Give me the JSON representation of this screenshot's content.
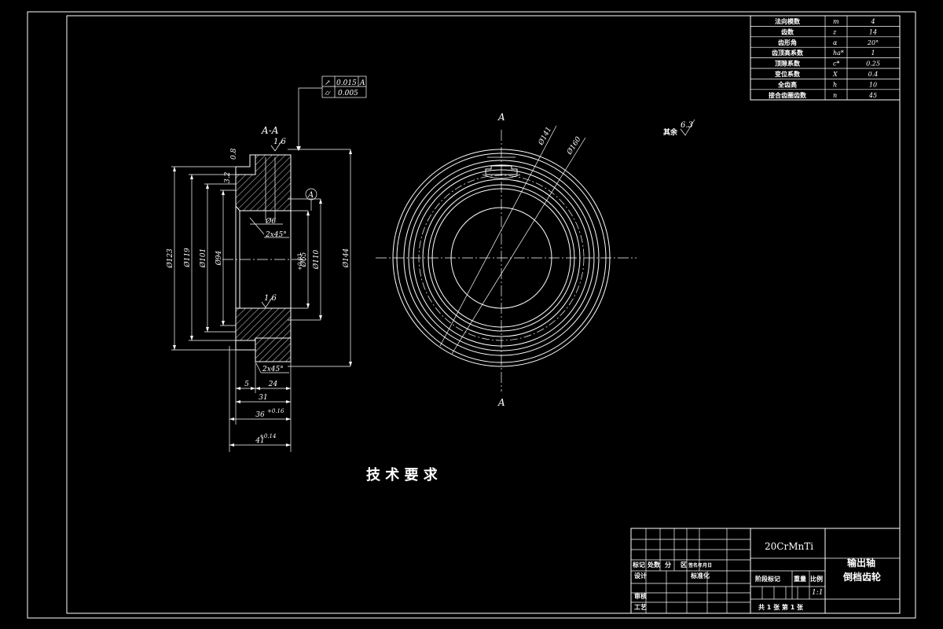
{
  "params_table": {
    "rows": [
      {
        "name": "法向模数",
        "sym": "m",
        "val": "4"
      },
      {
        "name": "齿数",
        "sym": "z",
        "val": "14"
      },
      {
        "name": "齿形角",
        "sym": "α",
        "val": "20°"
      },
      {
        "name": "齿顶高系数",
        "sym": "ha*",
        "val": "1"
      },
      {
        "name": "顶隙系数",
        "sym": "c*",
        "val": "0.25"
      },
      {
        "name": "变位系数",
        "sym": "X",
        "val": "0.4"
      },
      {
        "name": "全齿高",
        "sym": "h",
        "val": "10"
      },
      {
        "name": "接合齿圈齿数",
        "sym": "n",
        "val": "45"
      }
    ]
  },
  "section": {
    "title": "A-A",
    "datum": "A",
    "tolerance": [
      {
        "symbol": "↗",
        "value": "0.015",
        "datum": "A"
      },
      {
        "symbol": "⌭",
        "value": "0.005"
      }
    ],
    "roughness": [
      "1.6",
      "0.8",
      "3.2",
      "1.6"
    ],
    "dims_vertical": [
      "Ø123",
      "Ø119",
      "Ø101",
      "Ø94",
      "Ø65",
      "Ø110",
      "Ø144"
    ],
    "dim_65_tol": "+0.03",
    "dims_small": [
      "Ø6",
      "2x45°",
      "2x45°"
    ],
    "dims_horizontal": [
      "5",
      "24",
      "31",
      "36",
      "41"
    ],
    "dim_36_tol": "+0.16",
    "dim_41_tol": "+0.14"
  },
  "front_view": {
    "label_top": "A",
    "label_bottom": "A",
    "dims": [
      "Ø141",
      "Ø160"
    ]
  },
  "remaining_roughness": {
    "label": "其余",
    "value": "6.3"
  },
  "tech_requirements": "技 术 要 求",
  "title_block": {
    "material": "20CrMnTi",
    "part_name_1": "输出轴",
    "part_name_2": "倒档齿轮",
    "labels": {
      "mark": "标记",
      "count": "处数",
      "zone": "分",
      "doc": "区",
      "sign": "签名",
      "date": "年月日",
      "design": "设计",
      "standard": "标准化",
      "check": "审核",
      "process": "工艺",
      "stage": "阶段标记",
      "weight": "重量",
      "scale": "比例"
    },
    "scale_value": "1:1",
    "sheets": "共 1 张  第 1 张"
  }
}
